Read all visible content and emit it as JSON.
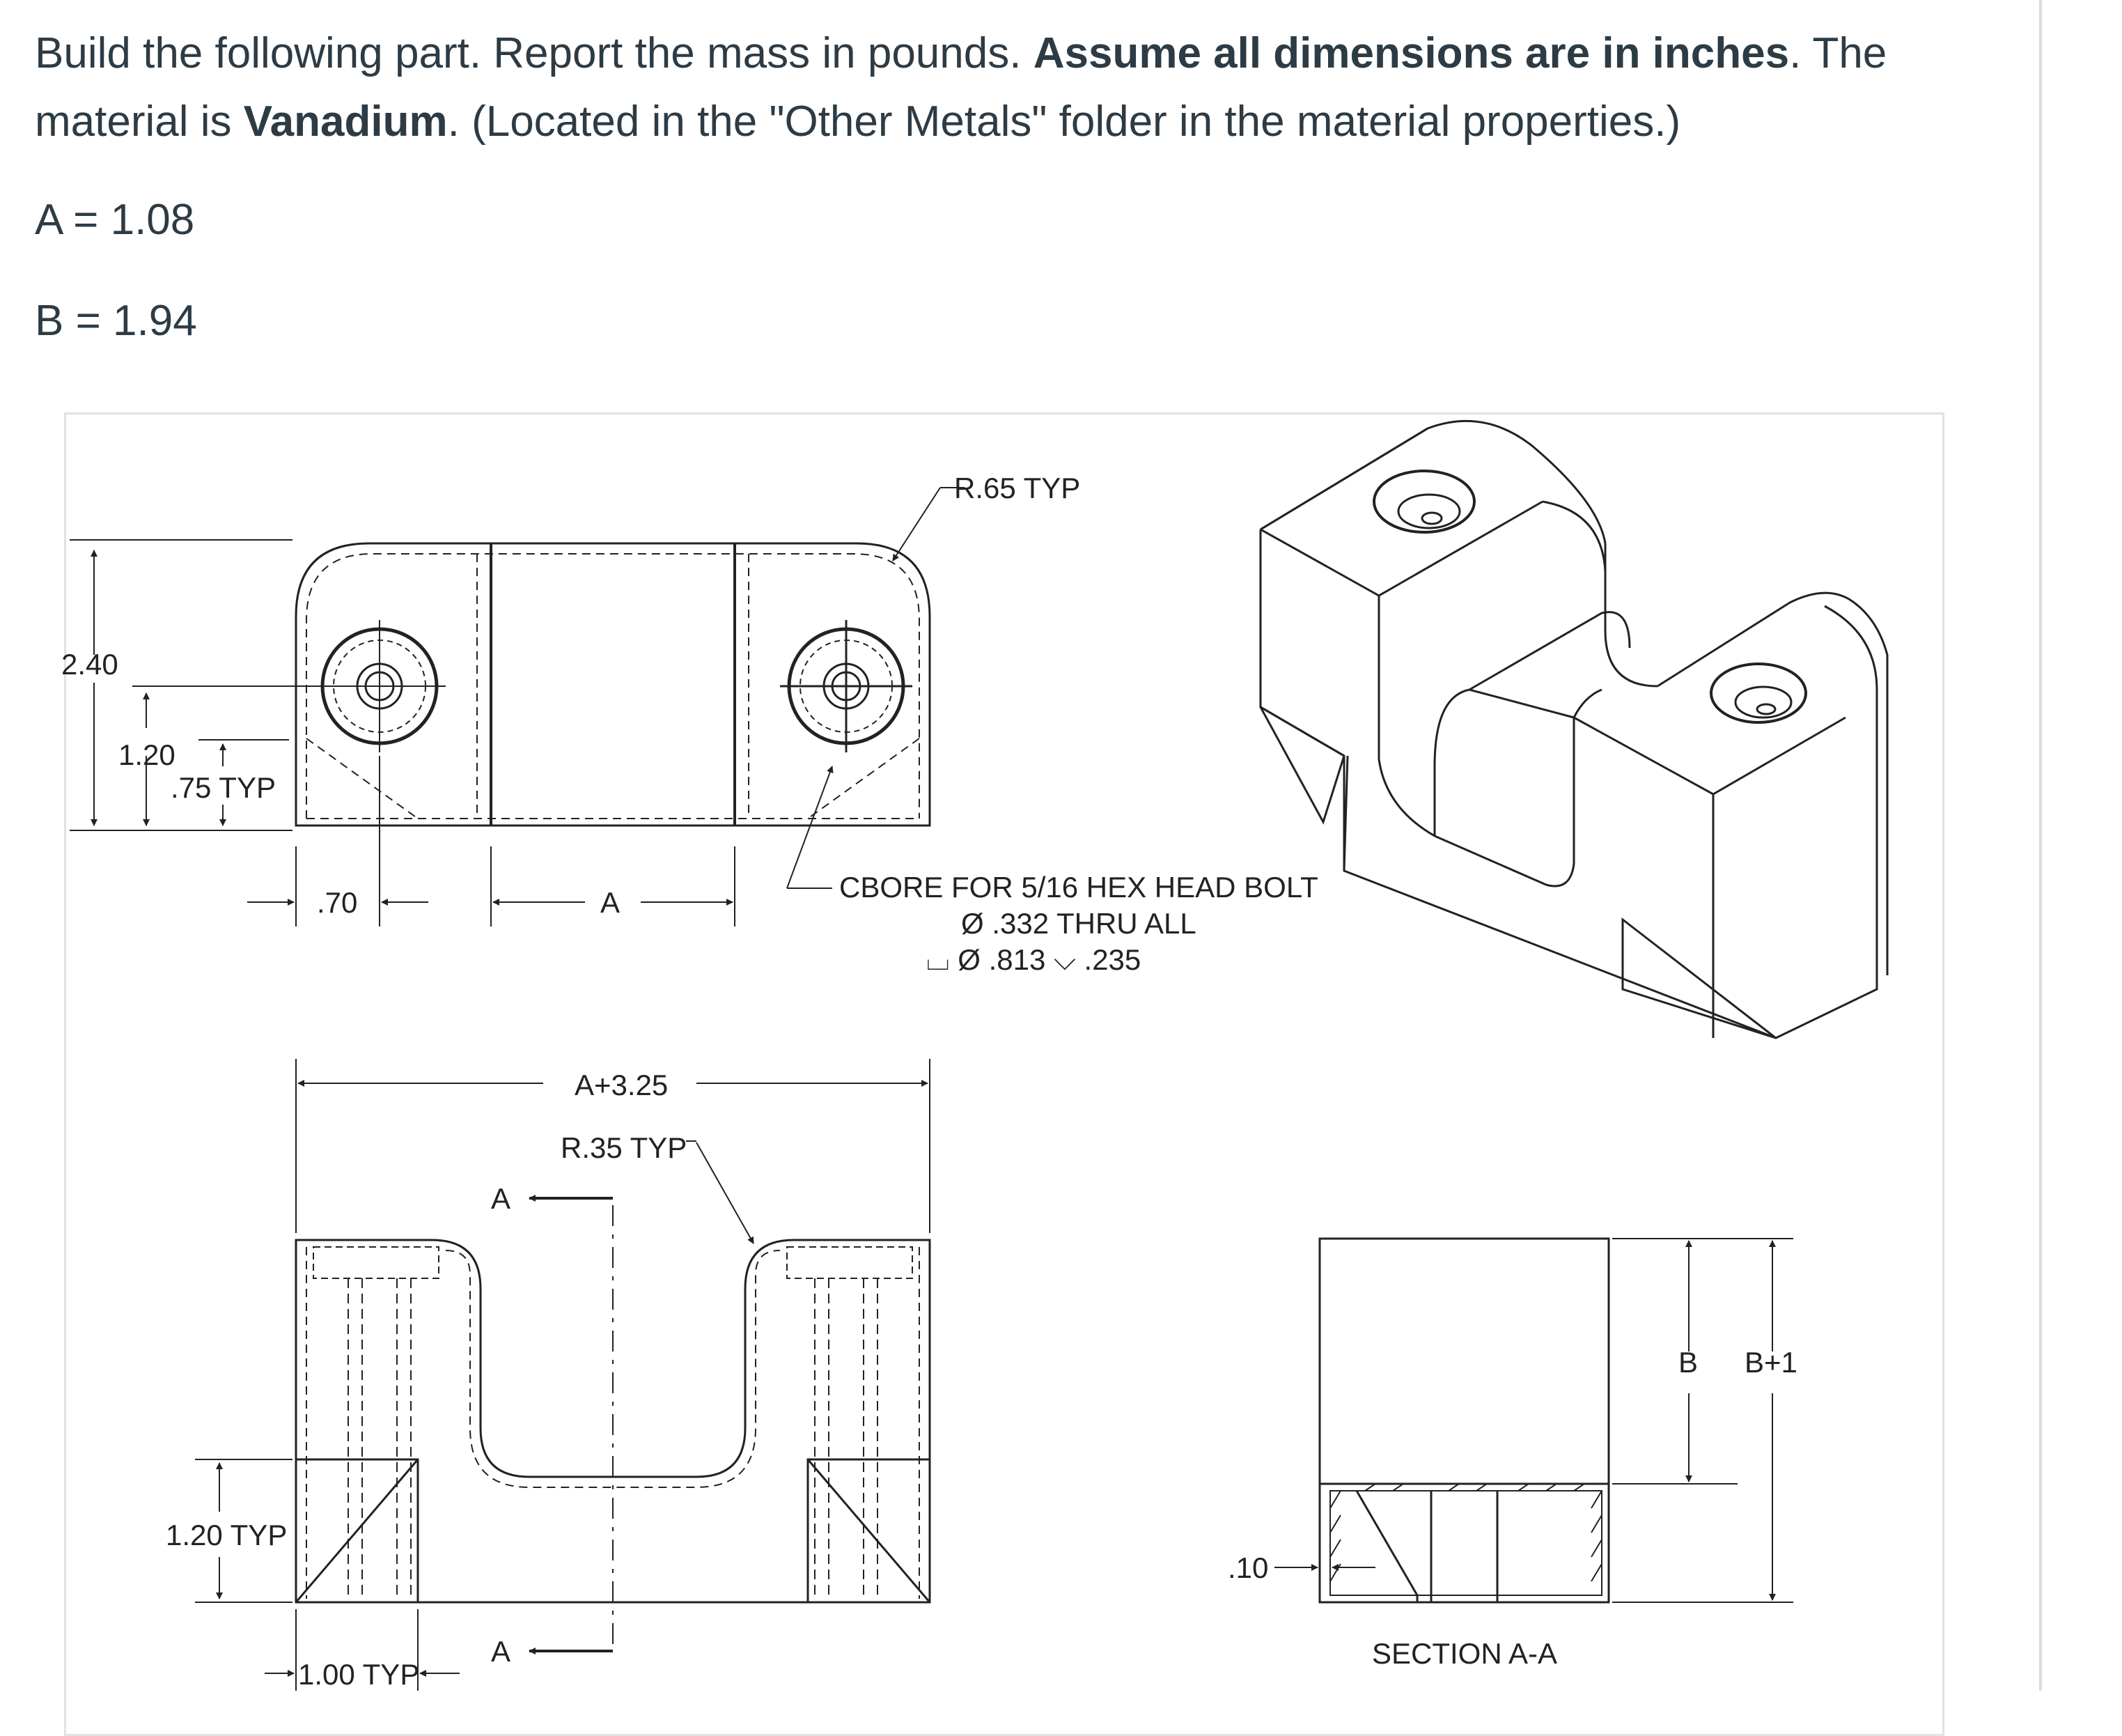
{
  "question": {
    "line1_a": "Build the following part. Report the mass in pounds. ",
    "line1_bold": "Assume all dimensions are in inches",
    "line1_b": ". The",
    "line2_a": "material is ",
    "line2_bold": "Vanadium",
    "line2_b": ". (Located in the \"Other Metals\" folder in the material properties.)"
  },
  "variables": {
    "a": "A = 1.08",
    "b": "B = 1.94"
  },
  "drawing": {
    "top_view": {
      "dim_height": "2.40",
      "dim_hole_center": "1.20",
      "dim_chamfer": ".75 TYP",
      "dim_hole_offset": ".70",
      "dim_slot": "A",
      "radius": "R.65 TYP"
    },
    "hole_callout": {
      "line1": "CBORE FOR 5/16 HEX HEAD BOLT",
      "line2": "Ø .332 THRU ALL",
      "line3": "⌴ Ø .813 ⌵ .235"
    },
    "front_view": {
      "dim_width": "A+3.25",
      "radius": "R.35 TYP",
      "section_label_top": "A",
      "section_label_bottom": "A",
      "dim_height": "1.20 TYP",
      "dim_width_small": "1.00 TYP"
    },
    "section_view": {
      "dim_b": "B",
      "dim_b_plus": "B+1",
      "dim_wall": ".10",
      "title": "SECTION A-A"
    }
  }
}
